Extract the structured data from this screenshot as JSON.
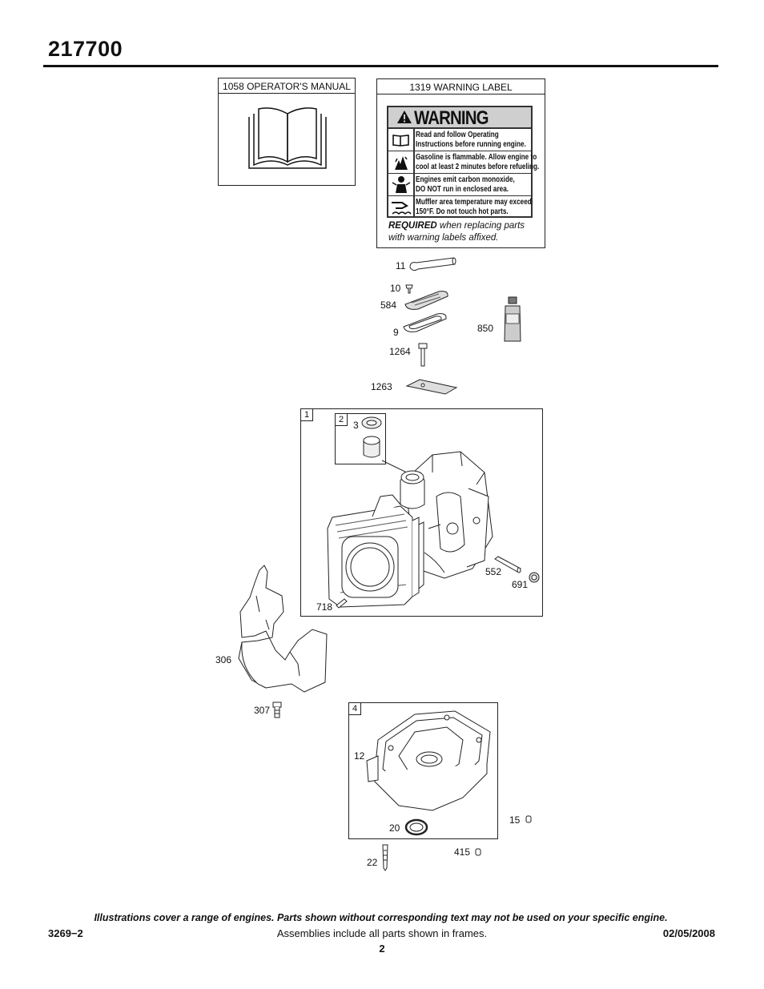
{
  "header": {
    "model": "217700"
  },
  "frames": {
    "operators_manual": {
      "label": "1058 OPERATOR'S MANUAL"
    },
    "warning_label": {
      "label": "1319 WARNING LABEL",
      "warning_title": "WARNING",
      "rows": [
        {
          "line1": "Read and follow Operating",
          "line2": "Instructions before running engine.",
          "icon": "book-icon"
        },
        {
          "line1": "Gasoline is flammable. Allow engine to",
          "line2": "cool at least 2 minutes before refueling.",
          "icon": "flame-icon"
        },
        {
          "line1": "Engines emit carbon monoxide,",
          "line2": "DO NOT run in enclosed area.",
          "icon": "poison-person-icon"
        },
        {
          "line1": "Muffler area temperature may exceed",
          "line2": "150°F.  Do not touch hot parts.",
          "icon": "hot-surface-icon"
        }
      ],
      "required_bold": "REQUIRED",
      "required_rest": " when replacing parts",
      "required_line2": "with warning labels affixed."
    },
    "cylinder_frame": {
      "number": "1",
      "inner_number": "2"
    },
    "sump_frame": {
      "number": "4"
    }
  },
  "callouts": {
    "c11": "11",
    "c10": "10",
    "c584": "584",
    "c9": "9",
    "c850": "850",
    "c1264": "1264",
    "c1263": "1263",
    "c3": "3",
    "c552": "552",
    "c691": "691",
    "c718": "718",
    "c306": "306",
    "c307": "307",
    "c12": "12",
    "c15": "15",
    "c20": "20",
    "c415": "415",
    "c22": "22"
  },
  "footer": {
    "note": "Illustrations cover a range of engines. Parts shown without corresponding text may not be used on your specific engine.",
    "code": "3269−2",
    "assemblies": "Assemblies include all parts shown in frames.",
    "date": "02/05/2008",
    "page": "2"
  }
}
